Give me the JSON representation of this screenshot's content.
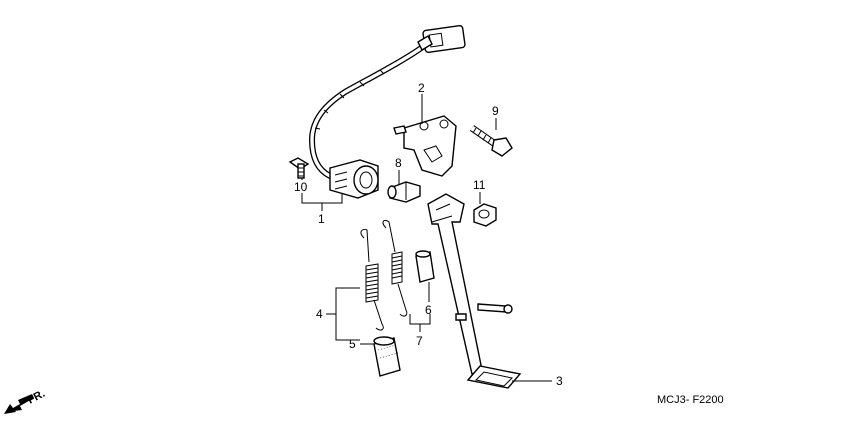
{
  "diagram_code": "MCJ3- F2200",
  "direction_label": "FR.",
  "callouts": [
    "1",
    "2",
    "3",
    "4",
    "5",
    "6",
    "7",
    "8",
    "9",
    "10",
    "11"
  ]
}
